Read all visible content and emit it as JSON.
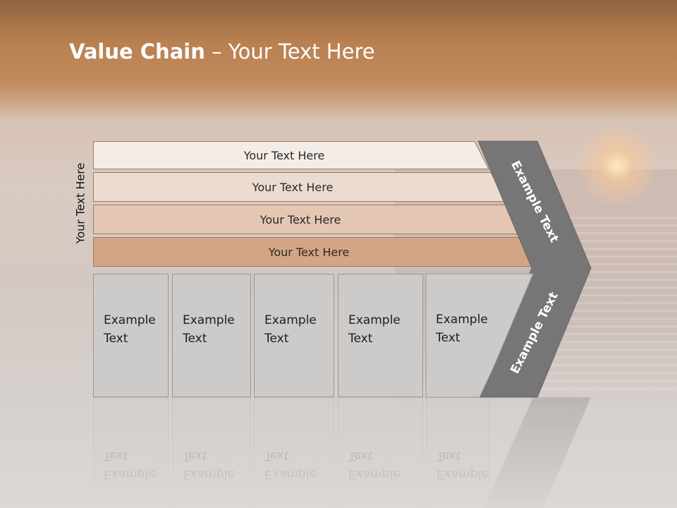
{
  "slide": {
    "title_bold": "Value Chain",
    "title_rest": " – Your Text Here",
    "side_label": "Your Text Here"
  },
  "rows": [
    {
      "label": "Your Text Here",
      "color": "#f4ece6"
    },
    {
      "label": "Your Text Here",
      "color": "#ecdcd0"
    },
    {
      "label": "Your Text Here",
      "color": "#e3c7b2"
    },
    {
      "label": "Your Text Here",
      "color": "#d4a585"
    }
  ],
  "cells": [
    {
      "line1": "Example",
      "line2": "Text"
    },
    {
      "line1": "Example",
      "line2": "Text"
    },
    {
      "line1": "Example",
      "line2": "Text"
    },
    {
      "line1": "Example",
      "line2": "Text"
    },
    {
      "line1": "Example",
      "line2": "Text"
    }
  ],
  "chevron": {
    "upper_label": "Example Text",
    "lower_label": "Example Text",
    "color": "#777676"
  },
  "colors": {
    "title_text": "#ffffff",
    "row_border": "#a07a60",
    "cell_fill": "#cdcbca"
  }
}
